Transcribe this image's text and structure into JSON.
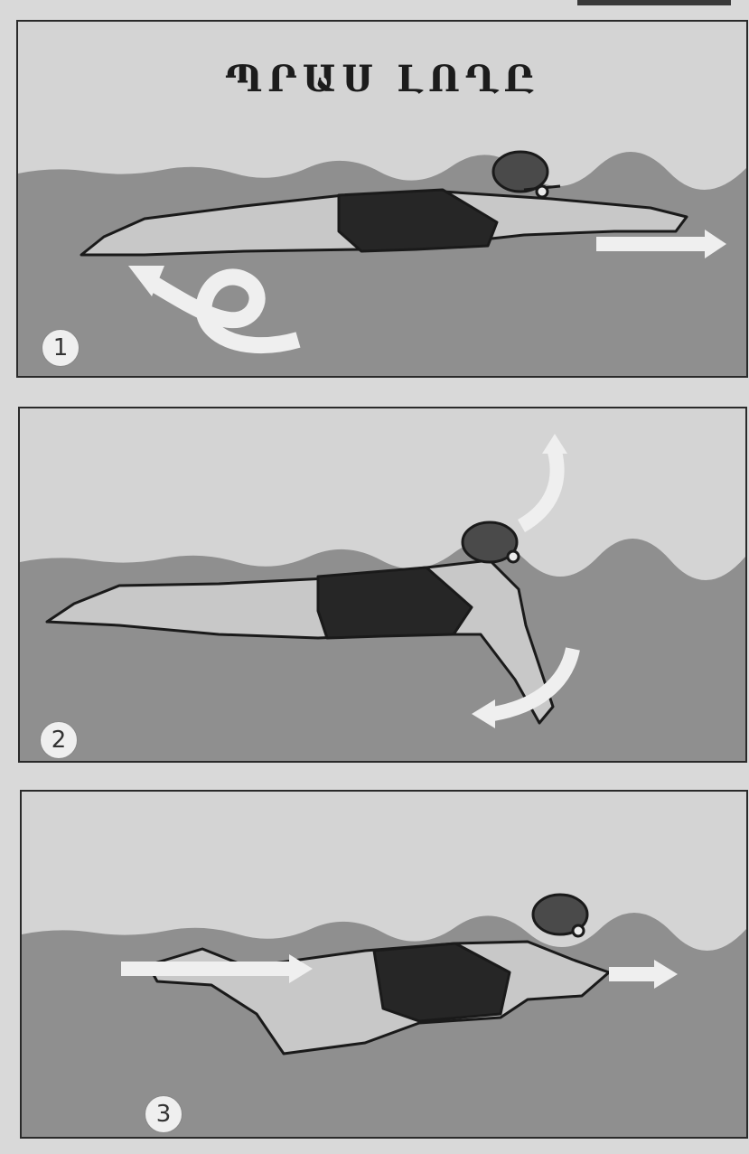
{
  "title": "ՊՐԱՍ ԼՈՂԸ",
  "panels": [
    {
      "step": "1"
    },
    {
      "step": "2"
    },
    {
      "step": "3"
    }
  ],
  "colors": {
    "water": "#8f8f8f",
    "air": "#cfcfcf",
    "skin": "#c8c8c8",
    "suit": "#262626",
    "arrow": "#efefef",
    "outline": "#1a1a1a"
  },
  "icons": [
    "swimmer-figure",
    "motion-arrow",
    "kick-swirl-arrow",
    "stroke-arc-arrow"
  ]
}
